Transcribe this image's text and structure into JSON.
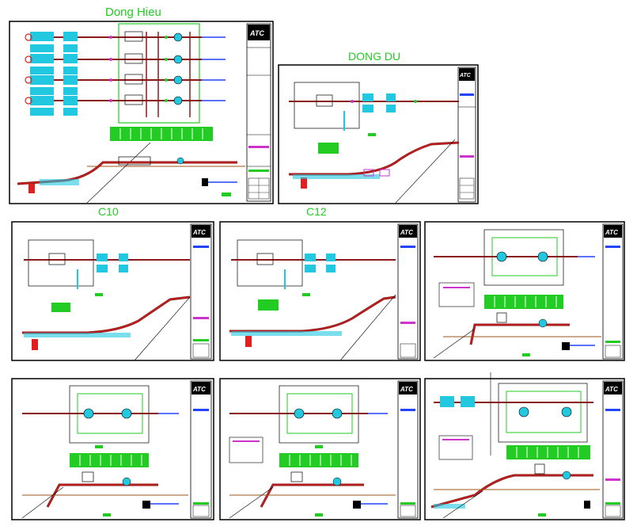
{
  "labels": {
    "dong_hieu": "Dong Hieu",
    "dong_du": "DONG DU",
    "c10": "C10",
    "c12": "C12"
  },
  "sheets": [
    {
      "id": "dong-hieu",
      "logo": "ATC"
    },
    {
      "id": "dong-du",
      "logo": "ATC"
    },
    {
      "id": "c10",
      "logo": "ATC"
    },
    {
      "id": "c12",
      "logo": "ATC"
    },
    {
      "id": "r2c3",
      "logo": "ATC"
    },
    {
      "id": "r3c1",
      "logo": "ATC"
    },
    {
      "id": "r3c2",
      "logo": "ATC"
    },
    {
      "id": "r3c3",
      "logo": "ATC"
    }
  ],
  "colors": {
    "frame": "#000000",
    "pipe_main": "#8a1a1a",
    "pipe_accent": "#e02020",
    "cyan": "#22c8e0",
    "green": "#22cc22",
    "magenta": "#cc33cc",
    "blue": "#2244ff",
    "soil": "#a0501a",
    "label": "#22cc22"
  }
}
